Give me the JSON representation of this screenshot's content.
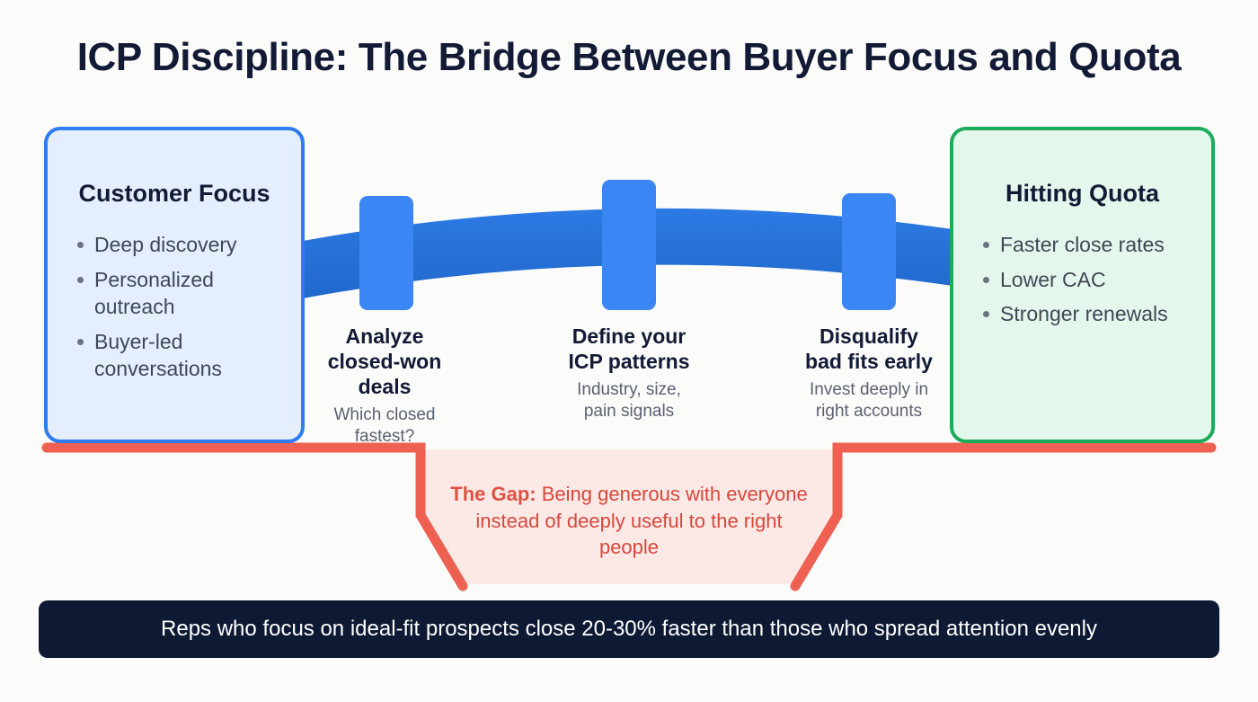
{
  "title": "ICP Discipline: The Bridge Between Buyer Focus and Quota",
  "left_card": {
    "title": "Customer Focus",
    "items": [
      "Deep discovery",
      "Personalized outreach",
      "Buyer-led conversations"
    ]
  },
  "right_card": {
    "title": "Hitting Quota",
    "items": [
      "Faster close rates",
      "Lower CAC",
      "Stronger renewals"
    ]
  },
  "pillars": [
    {
      "heading": "Analyze\nclosed-won\ndeals",
      "sub": "Which closed\nfastest?"
    },
    {
      "heading": "Define your\nICP patterns",
      "sub": "Industry, size,\npain signals"
    },
    {
      "heading": "Disqualify\nbad fits early",
      "sub": "Invest deeply in\nright accounts"
    }
  ],
  "gap": {
    "label": "The Gap:",
    "text": " Being generous with everyone instead of deeply useful to the right people"
  },
  "banner": {
    "text": "Reps who focus on ideal-fit prospects close 20-30% faster than those who spread attention evenly"
  },
  "colors": {
    "background": "#fbfbf9",
    "title_text": "#131a36",
    "left_card_fill": "#e4eefc",
    "left_card_border": "#2f7bf0",
    "right_card_fill": "#e4f7ec",
    "right_card_border": "#1bab5a",
    "bridge_deck": "#2570d4",
    "bridge_pillar": "#3b86f5",
    "gap_line": "#ee6152",
    "gap_fill": "#fce9e6",
    "gap_text": "#d8473c",
    "banner_fill": "#0e1a33",
    "banner_text": "#ffffff",
    "body_text": "#414756",
    "sub_text": "#5a6171"
  }
}
